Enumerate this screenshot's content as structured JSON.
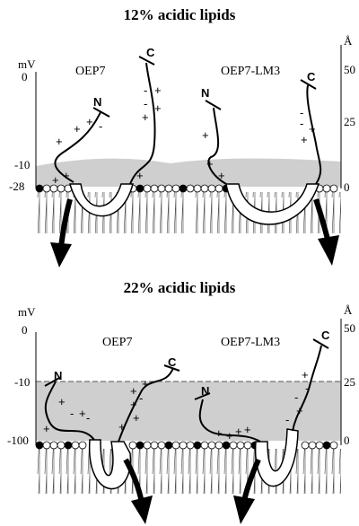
{
  "panels": [
    {
      "title": "12% acidic lipids",
      "left_axis": {
        "unit": "mV",
        "ticks": [
          "0",
          "-10",
          "-28"
        ]
      },
      "right_axis": {
        "unit": "Å",
        "ticks": [
          "50",
          "25",
          "0"
        ]
      },
      "proteins": [
        {
          "name": "OEP7",
          "n_label": "N",
          "c_label": "C"
        },
        {
          "name": "OEP7-LM3",
          "n_label": "N",
          "c_label": "C"
        }
      ]
    },
    {
      "title": "22% acidic lipids",
      "left_axis": {
        "unit": "mV",
        "ticks": [
          "0",
          "-10",
          "-100"
        ]
      },
      "right_axis": {
        "unit": "Å",
        "ticks": [
          "50",
          "25",
          "0"
        ]
      },
      "proteins": [
        {
          "name": "OEP7",
          "n_label": "N",
          "c_label": "C"
        },
        {
          "name": "OEP7-LM3",
          "n_label": "N",
          "c_label": "C"
        }
      ]
    }
  ],
  "charge_plus": "+",
  "charge_minus": "-"
}
